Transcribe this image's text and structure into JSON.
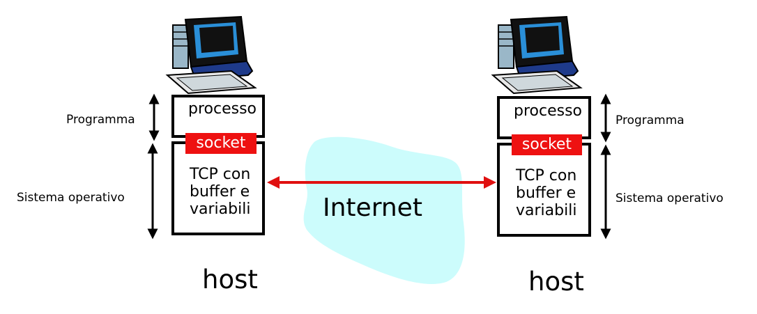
{
  "left_host": {
    "process_label": "processo",
    "socket_label": "socket",
    "os_lines": [
      "TCP con",
      "buffer e",
      "variabili"
    ],
    "program_label": "Programma",
    "os_label": "Sistema operativo",
    "host_label": "host"
  },
  "right_host": {
    "process_label": "processo",
    "socket_label": "socket",
    "os_lines": [
      "TCP con",
      "buffer e",
      "variabili"
    ],
    "program_label": "Programma",
    "os_label": "Sistema operativo",
    "host_label": "host"
  },
  "network": {
    "label": "Internet"
  },
  "colors": {
    "socket": "#ee1111",
    "link_arrow": "#e01010",
    "cloud": "#ccfcfc",
    "monitor_screen": "#2a8fd8",
    "computer_base": "#1e3a8a"
  },
  "icons": [
    "computer-icon",
    "computer-icon"
  ]
}
